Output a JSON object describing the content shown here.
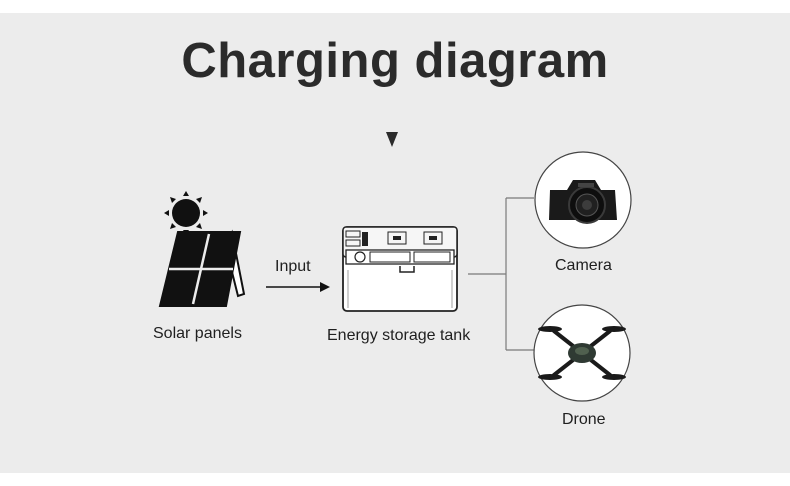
{
  "title": "Charging diagram",
  "nodes": {
    "solar": "Solar panels",
    "tank": "Energy storage tank",
    "camera": "Camera",
    "drone": "Drone"
  },
  "edge_label": "Input",
  "icons": {
    "down": "chevron-down-icon",
    "solar": "solar-panel-icon",
    "sun": "sun-icon",
    "tank": "power-station-icon",
    "camera": "camera-icon",
    "drone": "drone-icon"
  },
  "colors": {
    "background": "#ececec",
    "text": "#2b2b2b"
  }
}
